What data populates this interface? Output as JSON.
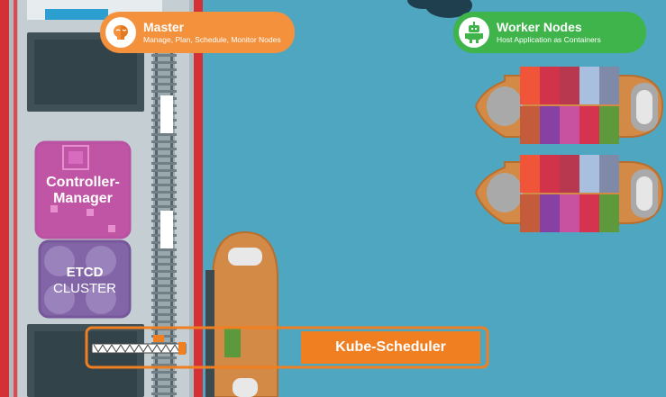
{
  "master": {
    "title": "Master",
    "subtitle": "Manage, Plan, Schedule, Monitor Nodes",
    "icon": "brain-icon",
    "color": "#f3913c"
  },
  "worker": {
    "title": "Worker Nodes",
    "subtitle": "Host Application as Containers",
    "icon": "robot-icon",
    "color": "#3fb44a"
  },
  "controller": {
    "line1": "Controller-",
    "line2": "Manager",
    "color": "#b8419b"
  },
  "etcd": {
    "line1": "ETCD",
    "line2": "CLUSTER",
    "color": "#6f4b96"
  },
  "scheduler": {
    "label": "Kube-Scheduler",
    "color": "#f07f22"
  },
  "colors": {
    "sea": "#4ea6c0",
    "dock": "#cfd8dc",
    "dock_red": "#d8333a",
    "ship_hull": "#c87c3a"
  }
}
